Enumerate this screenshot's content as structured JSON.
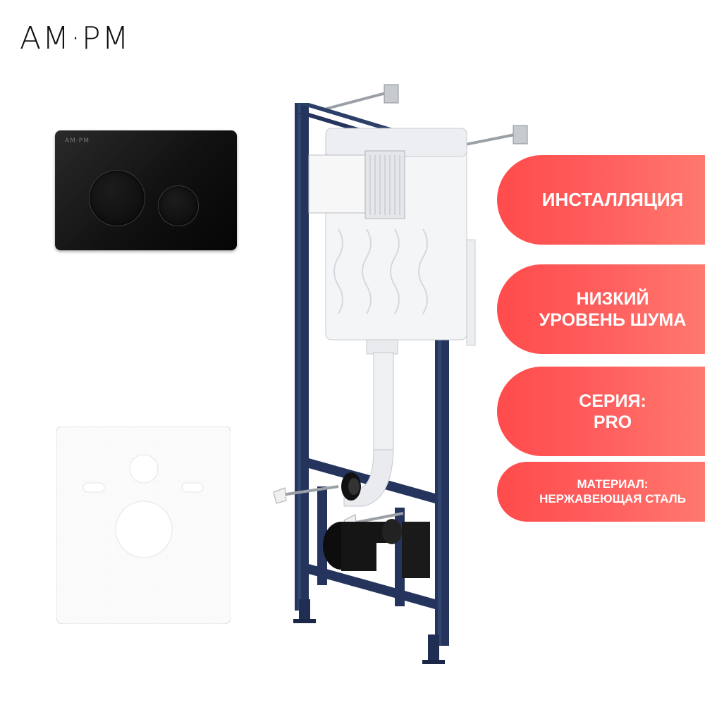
{
  "brand": {
    "logo_text": "AM·PM",
    "plate_brand": "AM·PM"
  },
  "badges": [
    {
      "lines": [
        "ИНСТАЛЛЯЦИЯ"
      ]
    },
    {
      "lines": [
        "НИЗКИЙ",
        "УРОВЕНЬ ШУМА"
      ]
    },
    {
      "lines": [
        "СЕРИЯ:",
        "PRO"
      ]
    },
    {
      "lines": [
        "МАТЕРИАЛ:",
        "НЕРЖАВЕЮЩАЯ СТАЛЬ"
      ]
    }
  ],
  "colors": {
    "badge_red": "#ff4b4b",
    "frame_navy": "#24345c",
    "plate_black": "#111111",
    "mat_white": "#fcfcfc"
  },
  "icons": {
    "flush_plate": "dual-flush-plate-icon",
    "sound_mat": "sound-insulation-mat-icon",
    "installation_frame": "installation-frame-icon"
  }
}
